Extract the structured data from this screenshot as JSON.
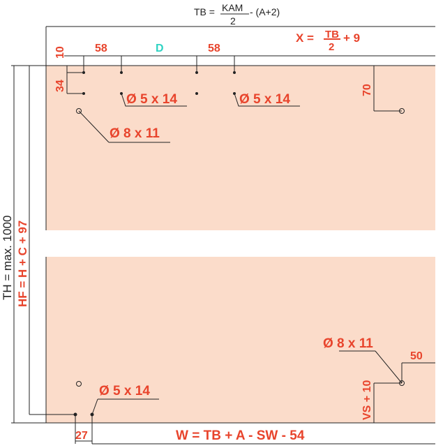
{
  "colors": {
    "panel": "#fbdcca",
    "dimension_red": "#e8442c",
    "accent_cyan": "#2fd3c3",
    "line": "#222222"
  },
  "formulas": {
    "tb_prefix": "TB =",
    "tb_numerator": "KAM",
    "tb_denominator": "2",
    "tb_suffix": "- (A+2)",
    "x_prefix": "X =",
    "x_numerator": "TB",
    "x_denominator": "2",
    "x_suffix": "+ 9",
    "th": "TH = max. 1000",
    "hf": "HF = H + C + 97",
    "w": "W = TB + A - SW - 54",
    "vs": "VS + 10"
  },
  "dimensions": {
    "d10": "10",
    "d34": "34",
    "d58_left": "58",
    "d_label": "D",
    "d58_right": "58",
    "d70": "70",
    "d27": "27",
    "d50": "50"
  },
  "holes": {
    "hole_5x14_left": "Ø 5 x 14",
    "hole_5x14_right": "Ø 5 x 14",
    "hole_8x11_top": "Ø 8 x 11",
    "hole_8x11_bottom": "Ø 8 x 11",
    "hole_5x14_bottom": "Ø 5 x 14"
  }
}
